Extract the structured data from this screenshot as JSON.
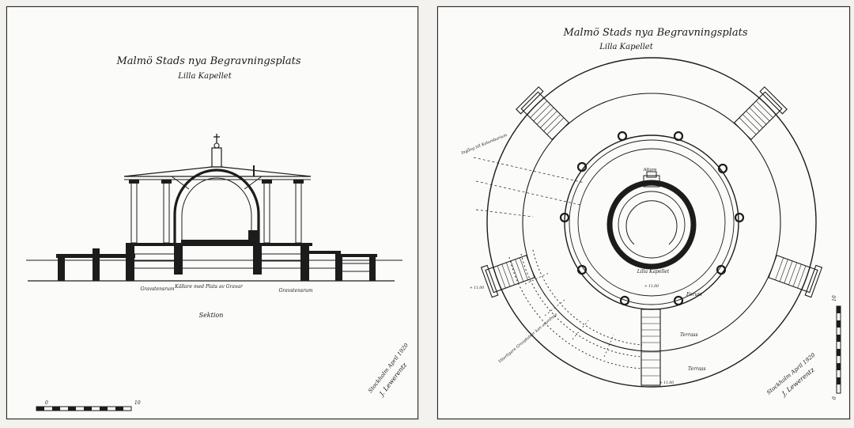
{
  "left_sheet": {
    "title_line1": "Malmö Stads nya Begravningsplats",
    "title_line2": "Lilla Kapellet",
    "label_left": "Gravstensrum",
    "label_center": "Källare med Plats av Gravar",
    "label_right": "Gravstensrum",
    "caption": "Sektion",
    "signature_place_date": "Stockholm April 1920",
    "signature_name": "J. Lewerentz",
    "scale_start": "0",
    "scale_end": "10"
  },
  "right_sheet": {
    "title_line1": "Malmö Stads nya Begravningsplats",
    "title_line2": "Lilla Kapellet",
    "label_altar": "Altare",
    "label_chapel": "Lilla Kapellet",
    "label_floor_level": "+ 11,00",
    "label_forum": "Forum",
    "label_terrace": "Terrass",
    "label_terrace_outer": "Terrass",
    "label_note_top": "Ingång till Kolumbarium",
    "label_note_bottom": "Ytterligare Gravplatser kan anordnas",
    "label_level_left": "+ 11,00",
    "label_level_bottom": "+ 11,00",
    "signature_place_date": "Stockholm April 1920",
    "signature_name": "J. Lewerentz",
    "scale_start": "0",
    "scale_end": "10"
  }
}
